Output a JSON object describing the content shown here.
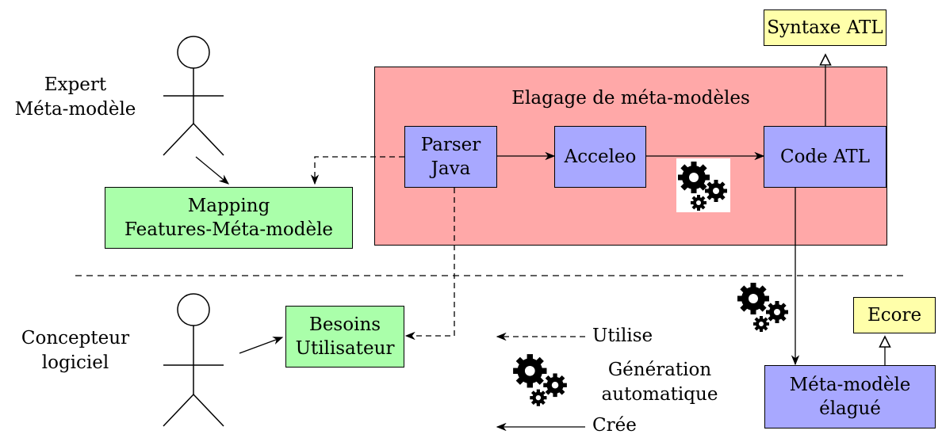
{
  "actors": {
    "expert": {
      "line1": "Expert",
      "line2": "Méta-modèle"
    },
    "designer": {
      "line1": "Concepteur",
      "line2": "logiciel"
    }
  },
  "boxes": {
    "pruning_region": "Elagage de méta-modèles",
    "parser": {
      "line1": "Parser",
      "line2": "Java"
    },
    "acceleo": "Acceleo",
    "atl_code": "Code ATL",
    "atl_syntax": "Syntaxe ATL",
    "mapping": {
      "line1": "Mapping",
      "line2": "Features-Méta-modèle"
    },
    "needs": {
      "line1": "Besoins",
      "line2": "Utilisateur"
    },
    "ecore": "Ecore",
    "pruned_metamodel": {
      "line1": "Méta-modèle",
      "line2": "élagué"
    }
  },
  "legend": {
    "uses": "Utilise",
    "generation": {
      "line1": "Génération",
      "line2": "automatique"
    },
    "creates": "Crée"
  },
  "icons": [
    "stick-figure-icon",
    "gears-icon"
  ],
  "colors": {
    "region": "#ffa8a8",
    "process": "#a8a8ff",
    "artifact": "#aaffaa",
    "metamodel": "#ffffaa"
  }
}
